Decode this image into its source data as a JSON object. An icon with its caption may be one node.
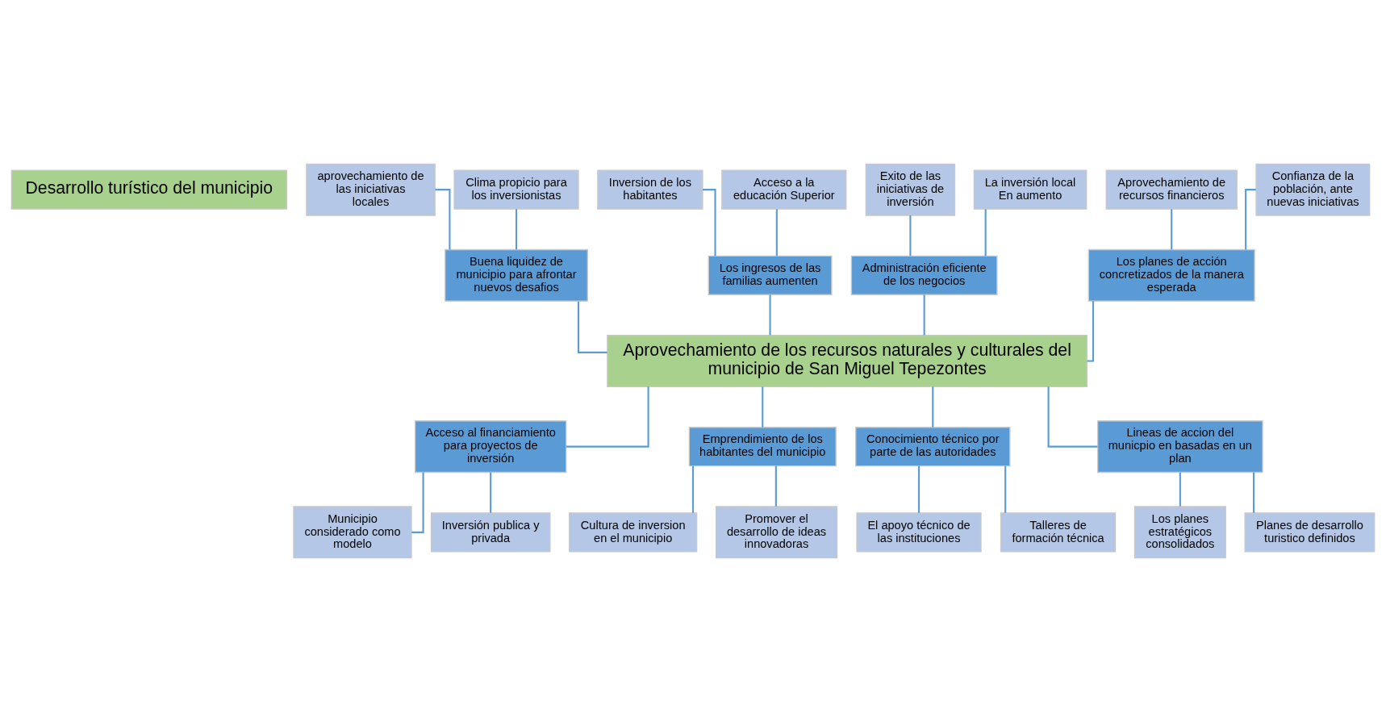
{
  "diagram": {
    "nodes": [
      {
        "text": [
          "Desarrollo turístico del municipio"
        ]
      },
      {
        "text": [
          "aprovechamiento de las iniciativas locales"
        ]
      },
      {
        "text": [
          "Clima propicio para los inversionistas"
        ]
      },
      {
        "text": [
          "Inversion de los habitantes"
        ]
      },
      {
        "text": [
          "Acceso a la educación Superior"
        ]
      },
      {
        "text": [
          "Exito de las iniciativas de inversión"
        ]
      },
      {
        "text": [
          "La inversión local En aumento"
        ]
      },
      {
        "text": [
          "Aprovechamiento de recursos financieros"
        ]
      },
      {
        "text": [
          "Confianza de la población, ante nuevas iniciativas"
        ]
      },
      {
        "text": [
          "Buena liquidez de municipio para afrontar nuevos desafios"
        ]
      },
      {
        "text": [
          "Los ingresos de las familias aumenten"
        ]
      },
      {
        "text": [
          "Administración eficiente de los negocios"
        ]
      },
      {
        "text": [
          "Los planes de acción concretizados de la manera esperada"
        ]
      },
      {
        "text": [
          "Aprovechamiento de los recursos naturales y culturales del municipio de San Miguel Tepezontes"
        ]
      },
      {
        "text": [
          "Acceso al financiamiento para proyectos de inversión"
        ]
      },
      {
        "text": [
          "Emprendimiento de los habitantes del municipio"
        ]
      },
      {
        "text": [
          "Conocimiento técnico por parte de las autoridades"
        ]
      },
      {
        "text": [
          "Lineas de accion del municpio en basadas en un plan"
        ]
      },
      {
        "text": [
          "Municipio considerado como modelo"
        ]
      },
      {
        "text": [
          "Inversión publica y privada"
        ]
      },
      {
        "text": [
          "Cultura de inversion en el municipio"
        ]
      },
      {
        "text": [
          "Promover el desarrollo de ideas innovadoras"
        ]
      },
      {
        "text": [
          "El apoyo técnico de las instituciones"
        ]
      },
      {
        "text": [
          "Talleres de formación técnica"
        ]
      },
      {
        "text": [
          "Los planes estratégicos consolidados"
        ]
      },
      {
        "text": [
          "Planes de desarrollo turistico definidos"
        ]
      }
    ],
    "edges": [
      {
        "from": 1,
        "to": 9,
        "arrow": "none"
      },
      {
        "from": 2,
        "to": 9,
        "arrow": "none"
      },
      {
        "from": 3,
        "to": 10,
        "arrow": "none"
      },
      {
        "from": 4,
        "to": 10,
        "arrow": "none"
      },
      {
        "from": 5,
        "to": 11,
        "arrow": "none"
      },
      {
        "from": 6,
        "to": 11,
        "arrow": "none"
      },
      {
        "from": 7,
        "to": 12,
        "arrow": "none"
      },
      {
        "from": 8,
        "to": 12,
        "arrow": "none"
      },
      {
        "from": 9,
        "to": 13,
        "arrow": "none"
      },
      {
        "from": 10,
        "to": 13,
        "arrow": "none"
      },
      {
        "from": 11,
        "to": 13,
        "arrow": "none"
      },
      {
        "from": 12,
        "to": 13,
        "arrow": "none"
      },
      {
        "from": 13,
        "to": 14,
        "arrow": "none"
      },
      {
        "from": 13,
        "to": 15,
        "arrow": "none"
      },
      {
        "from": 13,
        "to": 16,
        "arrow": "none"
      },
      {
        "from": 13,
        "to": 17,
        "arrow": "none"
      },
      {
        "from": 14,
        "to": 18,
        "arrow": "none"
      },
      {
        "from": 14,
        "to": 19,
        "arrow": "none"
      },
      {
        "from": 15,
        "to": 20,
        "arrow": "none"
      },
      {
        "from": 15,
        "to": 21,
        "arrow": "none"
      },
      {
        "from": 16,
        "to": 22,
        "arrow": "none"
      },
      {
        "from": 16,
        "to": 23,
        "arrow": "none"
      },
      {
        "from": 17,
        "to": 24,
        "arrow": "none"
      },
      {
        "from": 17,
        "to": 25,
        "arrow": "none"
      }
    ]
  }
}
